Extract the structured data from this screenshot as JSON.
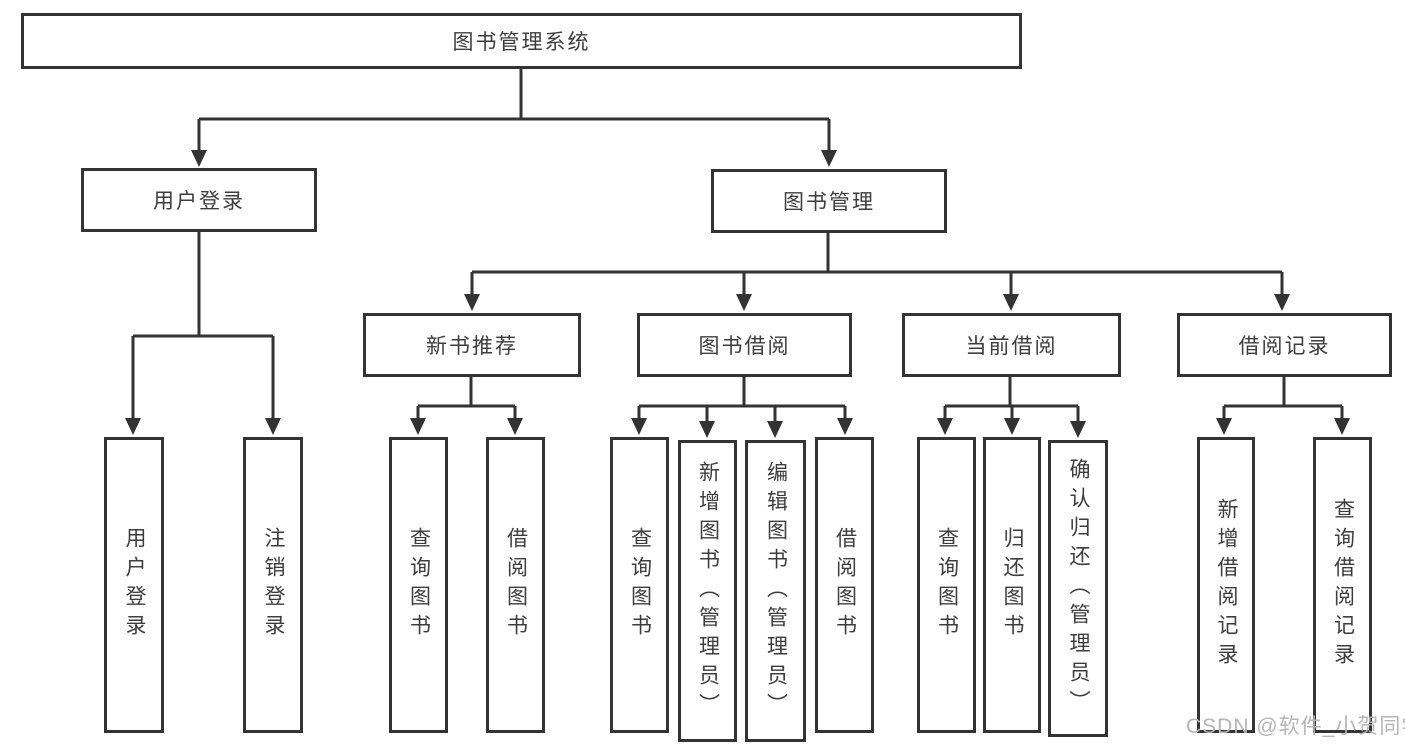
{
  "diagram_title": "图书管理系统",
  "tree": {
    "label": "图书管理系统",
    "children": [
      {
        "label": "用户登录",
        "children": [
          {
            "label": "用户登录"
          },
          {
            "label": "注销登录"
          }
        ]
      },
      {
        "label": "图书管理",
        "children": [
          {
            "label": "新书推荐",
            "children": [
              {
                "label": "查询图书"
              },
              {
                "label": "借阅图书"
              }
            ]
          },
          {
            "label": "图书借阅",
            "children": [
              {
                "label": "查询图书"
              },
              {
                "label": "新增图书（管理员）"
              },
              {
                "label": "编辑图书（管理员）"
              },
              {
                "label": "借阅图书"
              }
            ]
          },
          {
            "label": "当前借阅",
            "children": [
              {
                "label": "查询图书"
              },
              {
                "label": "归还图书"
              },
              {
                "label": "确认归还（管理员）"
              }
            ]
          },
          {
            "label": "借阅记录",
            "children": [
              {
                "label": "新增借阅记录"
              },
              {
                "label": "查询借阅记录"
              }
            ]
          }
        ]
      }
    ]
  },
  "watermark": {
    "text": "CSDN @软件_小贺同学"
  },
  "colors": {
    "background": "#ffffff",
    "line": "#333333",
    "node_border": "#333333",
    "node_fill": "#ffffff",
    "node_text": "#3d3d3d",
    "watermark_text": "#b5b5b5"
  }
}
